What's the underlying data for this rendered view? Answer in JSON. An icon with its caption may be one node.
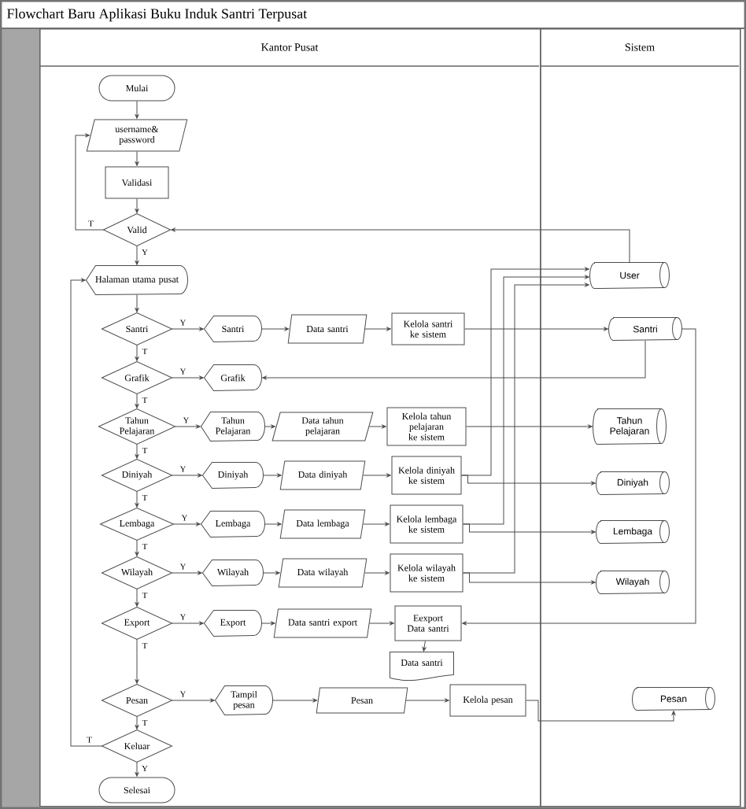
{
  "diagram": {
    "title": "Flowchart Baru Aplikasi Buku Induk Santri Terpusat",
    "nodes": [
      {
        "text": [
          "Kantor Pusat"
        ]
      },
      {
        "text": [
          "Sistem"
        ]
      },
      {
        "text": [
          "Mulai"
        ],
        "in": 0
      },
      {
        "text": [
          "username& password"
        ],
        "in": 0
      },
      {
        "text": [
          "Validasi"
        ],
        "in": 0
      },
      {
        "text": [
          "Valid"
        ],
        "in": 0
      },
      {
        "text": [
          "Halaman utama pusat"
        ],
        "in": 0
      },
      {
        "text": [
          "Santri"
        ],
        "in": 0
      },
      {
        "text": [
          "Santri"
        ],
        "in": 0
      },
      {
        "text": [
          "Data santri"
        ],
        "in": 0
      },
      {
        "text": [
          "Kelola santri ke sistem"
        ],
        "in": 0
      },
      {
        "text": [
          "Grafik"
        ],
        "in": 0
      },
      {
        "text": [
          "Grafik"
        ],
        "in": 0
      },
      {
        "text": [
          "Tahun Pelajaran"
        ],
        "in": 0
      },
      {
        "text": [
          "Tahun Pelajaran"
        ],
        "in": 0
      },
      {
        "text": [
          "Data tahun pelajaran"
        ],
        "in": 0
      },
      {
        "text": [
          "Kelola tahun pelajaran ke sistem"
        ],
        "in": 0
      },
      {
        "text": [
          "Diniyah"
        ],
        "in": 0
      },
      {
        "text": [
          "Diniyah"
        ],
        "in": 0
      },
      {
        "text": [
          "Data diniyah"
        ],
        "in": 0
      },
      {
        "text": [
          "Kelola diniyah ke sistem"
        ],
        "in": 0
      },
      {
        "text": [
          "Lembaga"
        ],
        "in": 0
      },
      {
        "text": [
          "Lembaga"
        ],
        "in": 0
      },
      {
        "text": [
          "Data lembaga"
        ],
        "in": 0
      },
      {
        "text": [
          "Kelola lembaga ke sistem"
        ],
        "in": 0
      },
      {
        "text": [
          "Wilayah"
        ],
        "in": 0
      },
      {
        "text": [
          "Wilayah"
        ],
        "in": 0
      },
      {
        "text": [
          "Data wilayah"
        ],
        "in": 0
      },
      {
        "text": [
          "Kelola wilayah ke sistem"
        ],
        "in": 0
      },
      {
        "text": [
          "Export"
        ],
        "in": 0
      },
      {
        "text": [
          "Export"
        ],
        "in": 0
      },
      {
        "text": [
          "Data santri export"
        ],
        "in": 0
      },
      {
        "text": [
          "Eexport Data santri"
        ],
        "in": 0
      },
      {
        "text": [
          "Data santri"
        ],
        "in": 0
      },
      {
        "text": [
          "Pesan"
        ],
        "in": 0
      },
      {
        "text": [
          "Tampil pesan"
        ],
        "in": 0
      },
      {
        "text": [
          "Pesan"
        ],
        "in": 0
      },
      {
        "text": [
          "Kelola pesan"
        ],
        "in": 0
      },
      {
        "text": [
          "Keluar"
        ],
        "in": 0
      },
      {
        "text": [
          "Selesai"
        ],
        "in": 0
      },
      {
        "text": [
          "User"
        ],
        "in": 1
      },
      {
        "text": [
          "Santri"
        ],
        "in": 1
      },
      {
        "text": [
          "Tahun Pelajaran"
        ],
        "in": 1
      },
      {
        "text": [
          "Diniyah"
        ],
        "in": 1
      },
      {
        "text": [
          "Lembaga"
        ],
        "in": 1
      },
      {
        "text": [
          "Wilayah"
        ],
        "in": 1
      },
      {
        "text": [
          "Pesan"
        ],
        "in": 1
      }
    ],
    "edges": [
      {
        "from": 2,
        "to": 3,
        "arrow": "to"
      },
      {
        "from": 3,
        "to": 4,
        "arrow": "to"
      },
      {
        "from": 4,
        "to": 5,
        "arrow": "to"
      },
      {
        "from": 5,
        "to": 3,
        "arrow": "to",
        "label": "T"
      },
      {
        "from": 5,
        "to": 6,
        "arrow": "to",
        "label": "Y"
      },
      {
        "from": 6,
        "to": 7,
        "arrow": "to"
      },
      {
        "from": 7,
        "to": 8,
        "arrow": "to",
        "label": "Y"
      },
      {
        "from": 7,
        "to": 11,
        "arrow": "to",
        "label": "T"
      },
      {
        "from": 8,
        "to": 9,
        "arrow": "to"
      },
      {
        "from": 9,
        "to": 10,
        "arrow": "to"
      },
      {
        "from": 11,
        "to": 12,
        "arrow": "to",
        "label": "Y"
      },
      {
        "from": 11,
        "to": 13,
        "arrow": "to",
        "label": "T"
      },
      {
        "from": 13,
        "to": 14,
        "arrow": "to",
        "label": "Y"
      },
      {
        "from": 13,
        "to": 17,
        "arrow": "to",
        "label": "T"
      },
      {
        "from": 14,
        "to": 15,
        "arrow": "to"
      },
      {
        "from": 15,
        "to": 16,
        "arrow": "to"
      },
      {
        "from": 17,
        "to": 18,
        "arrow": "to",
        "label": "Y"
      },
      {
        "from": 17,
        "to": 21,
        "arrow": "to",
        "label": "T"
      },
      {
        "from": 18,
        "to": 19,
        "arrow": "to"
      },
      {
        "from": 19,
        "to": 20,
        "arrow": "to"
      },
      {
        "from": 21,
        "to": 22,
        "arrow": "to",
        "label": "Y"
      },
      {
        "from": 21,
        "to": 25,
        "arrow": "to",
        "label": "T"
      },
      {
        "from": 22,
        "to": 23,
        "arrow": "to"
      },
      {
        "from": 23,
        "to": 24,
        "arrow": "to"
      },
      {
        "from": 25,
        "to": 26,
        "arrow": "to",
        "label": "Y"
      },
      {
        "from": 25,
        "to": 29,
        "arrow": "to",
        "label": "T"
      },
      {
        "from": 26,
        "to": 27,
        "arrow": "to"
      },
      {
        "from": 27,
        "to": 28,
        "arrow": "to"
      },
      {
        "from": 29,
        "to": 30,
        "arrow": "to",
        "label": "Y"
      },
      {
        "from": 29,
        "to": 34,
        "arrow": "to",
        "label": "T"
      },
      {
        "from": 30,
        "to": 31,
        "arrow": "to"
      },
      {
        "from": 31,
        "to": 32,
        "arrow": "to"
      },
      {
        "from": 32,
        "to": 33,
        "arrow": "to"
      },
      {
        "from": 34,
        "to": 35,
        "arrow": "to",
        "label": "Y"
      },
      {
        "from": 34,
        "to": 38,
        "arrow": "to",
        "label": "T"
      },
      {
        "from": 35,
        "to": 36,
        "arrow": "to"
      },
      {
        "from": 36,
        "to": 37,
        "arrow": "to"
      },
      {
        "from": 38,
        "to": 39,
        "arrow": "to",
        "label": "Y"
      },
      {
        "from": 38,
        "to": 6,
        "arrow": "to",
        "label": "T"
      },
      {
        "from": 10,
        "to": 41,
        "arrow": "to"
      },
      {
        "from": 41,
        "to": 12,
        "arrow": "to"
      },
      {
        "from": 16,
        "to": 42,
        "arrow": "to"
      },
      {
        "from": 20,
        "to": 43,
        "arrow": "to"
      },
      {
        "from": 20,
        "to": 40,
        "arrow": "to"
      },
      {
        "from": 24,
        "to": 44,
        "arrow": "to"
      },
      {
        "from": 24,
        "to": 40,
        "arrow": "to"
      },
      {
        "from": 28,
        "to": 45,
        "arrow": "to"
      },
      {
        "from": 28,
        "to": 40,
        "arrow": "to"
      },
      {
        "from": 41,
        "to": 32,
        "arrow": "to"
      },
      {
        "from": 37,
        "to": 46,
        "arrow": "to"
      },
      {
        "from": 40,
        "to": 5,
        "arrow": "to"
      }
    ]
  }
}
